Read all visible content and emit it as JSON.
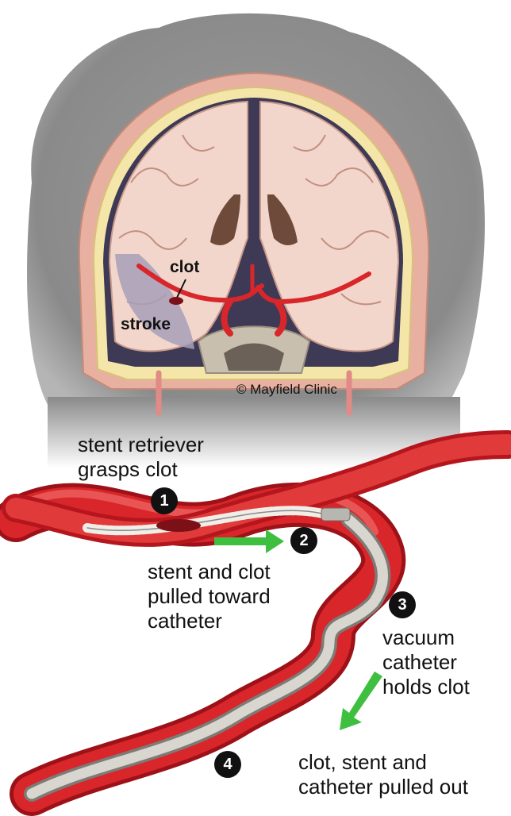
{
  "labels": {
    "clot": "clot",
    "stroke": "stroke",
    "copyright": "© Mayfield Clinic",
    "step1": "stent retriever\ngrasps clot",
    "step2": "stent and clot\npulled toward\ncatheter",
    "step3": "vacuum\ncatheter\nholds clot",
    "step4": "clot, stent and\ncatheter pulled out"
  },
  "badges": [
    "1",
    "2",
    "3",
    "4"
  ],
  "colors": {
    "silhouette": "#8a8a8a",
    "artery": "#d8262b",
    "artery_dark": "#a8141a",
    "catheter": "#c9c9c4",
    "arrow": "#3fbf3f",
    "skin": "#e8b4a2",
    "brain": "#f3d9cf"
  }
}
